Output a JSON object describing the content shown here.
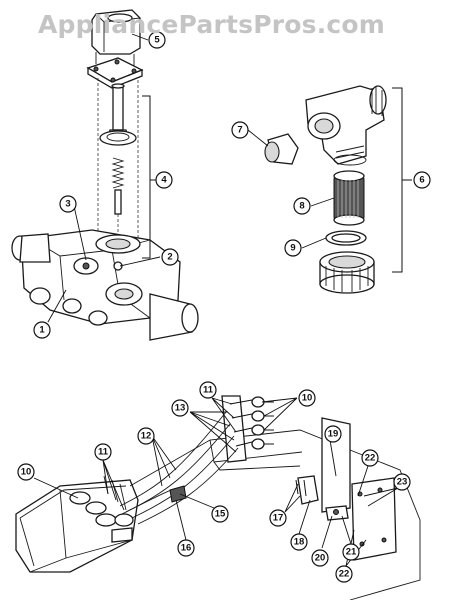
{
  "watermark": "AppliancePartsPros.com",
  "callouts": [
    "1",
    "2",
    "3",
    "4",
    "5",
    "6",
    "7",
    "8",
    "9",
    "10",
    "10",
    "11",
    "11",
    "12",
    "13",
    "15",
    "16",
    "17",
    "18",
    "19",
    "20",
    "21",
    "22",
    "22",
    "23"
  ]
}
